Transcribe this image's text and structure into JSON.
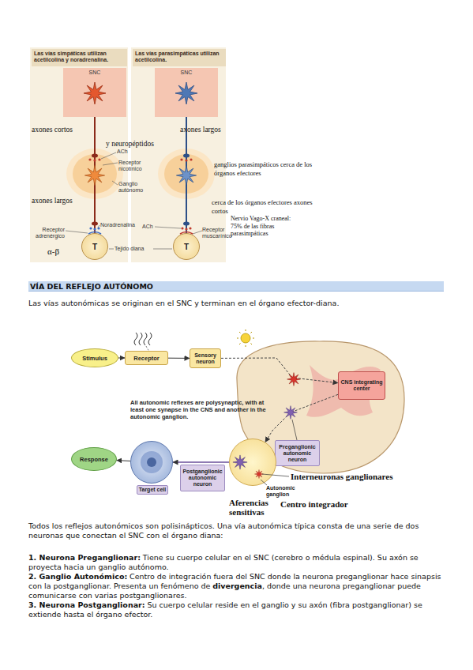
{
  "diagram": {
    "title": "VÍA DEL REFLEJO AUTÓNOMO",
    "nodes": [
      {
        "text": [
          "Las vías simpáticas utilizan acetilcolina y noradrenalina."
        ]
      },
      {
        "text": [
          "Las vías parasimpáticas utilizan acetilcolina."
        ]
      },
      {
        "text": [
          "SNC"
        ]
      },
      {
        "text": [
          "SNC"
        ]
      },
      {
        "text": [
          "T"
        ]
      },
      {
        "text": [
          "T"
        ]
      },
      {
        "text": [
          "Stimulus"
        ]
      },
      {
        "text": [
          "Receptor"
        ]
      },
      {
        "text": [
          "Sensory neuron"
        ]
      },
      {
        "text": [
          "CNS integrating center"
        ]
      },
      {
        "text": [
          "Preganglionic autonomic neuron"
        ]
      },
      {
        "text": [
          "Response"
        ]
      },
      {
        "text": [
          "Target cell"
        ]
      },
      {
        "text": [
          "Postganglionic autonomic neuron"
        ]
      },
      {
        "text": [
          "Autonomic ganglion"
        ]
      }
    ],
    "edges": [
      {
        "from": 2,
        "to": 4,
        "arrow": "none"
      },
      {
        "from": 3,
        "to": 5,
        "arrow": "none"
      },
      {
        "from": 6,
        "to": 7,
        "arrow": "to"
      },
      {
        "from": 7,
        "to": 8,
        "arrow": "to"
      },
      {
        "from": 8,
        "to": 9,
        "arrow": "to"
      },
      {
        "from": 9,
        "to": 14,
        "arrow": "to"
      },
      {
        "from": 14,
        "to": 12,
        "arrow": "to"
      },
      {
        "from": 12,
        "to": 11,
        "arrow": "to"
      }
    ],
    "labels": [
      "axones cortos",
      "y neuropéptidos",
      "axones largos",
      "ACh",
      "Receptor nicotínico",
      "ganglios parasimpáticos cerca de los órganos efectores",
      "Ganglio autónomo",
      "axones largos",
      "cerca de los órganos efectores axones cortos",
      "Nervio Vago-X craneal: 75% de las fibras parasimpáticas",
      "Noradrenalina",
      "ACh",
      "Receptor adrenérgico",
      "Receptor muscarínico",
      "α-β",
      "Tejido diana",
      "Las vías autonómicas se originan en el SNC y terminan en el órgano efector-diana.",
      "All autonomic reflexes are polysynaptic, with at least one synapse in the CNS and another in the autonomic ganglion.",
      "Interneuronas ganglionares",
      "Aferencias sensitivas",
      "Centro integrador",
      "Todos los reflejos autonómicos son polisinápticos. Una vía autonómica típica consta de una serie de dos neuronas que conectan el SNC con el órgano diana:",
      "1. Neurona Preganglionar:",
      "Tiene su cuerpo celular en el SNC (cerebro o médula espinal). Su axón se proyecta hacia un ganglio autónomo.",
      "2. Ganglio Autonómico:",
      "Centro de integración fuera del SNC donde la neurona preganglionar hace sinapsis con la postganglionar. Presenta un fenómeno de",
      "divergencia",
      ", donde una neurona preganglionar puede comunicarse con varias postganglionares.",
      "3. Neurona Postganglionar:",
      "Su cuerpo celular reside en el ganglio y su axón (fibra postganglionar) se extiende hasta el órgano efector."
    ]
  }
}
